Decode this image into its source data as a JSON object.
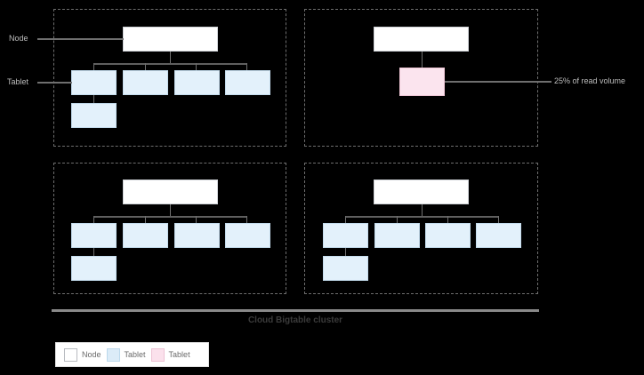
{
  "diagram": {
    "caption": "Cloud Bigtable cluster",
    "annotations": {
      "node_label": "Node",
      "tablet_label": "Tablet",
      "hot_tablet_label": "25% of read volume"
    },
    "quadrants": [
      {
        "id": "top-left",
        "node": {
          "type": "node"
        },
        "tablets_row1": [
          {
            "type": "tablet"
          },
          {
            "type": "tablet"
          },
          {
            "type": "tablet"
          },
          {
            "type": "tablet"
          }
        ],
        "tablets_row2": [
          {
            "type": "tablet"
          }
        ]
      },
      {
        "id": "top-right",
        "node": {
          "type": "node"
        },
        "tablets_row1": [
          {
            "type": "hot-tablet"
          }
        ],
        "tablets_row2": []
      },
      {
        "id": "bottom-left",
        "node": {
          "type": "node"
        },
        "tablets_row1": [
          {
            "type": "tablet"
          },
          {
            "type": "tablet"
          },
          {
            "type": "tablet"
          },
          {
            "type": "tablet"
          }
        ],
        "tablets_row2": [
          {
            "type": "tablet"
          }
        ]
      },
      {
        "id": "bottom-right",
        "node": {
          "type": "node"
        },
        "tablets_row1": [
          {
            "type": "tablet"
          },
          {
            "type": "tablet"
          },
          {
            "type": "tablet"
          },
          {
            "type": "tablet"
          }
        ],
        "tablets_row2": [
          {
            "type": "tablet"
          }
        ]
      }
    ]
  },
  "legend": {
    "items": [
      {
        "label": "Node",
        "swatch": "node",
        "color": "#ffffff"
      },
      {
        "label": "Tablet",
        "swatch": "tablet",
        "color": "#dcecf8"
      },
      {
        "label": "Tablet",
        "swatch": "hot",
        "color": "#fbe1ec"
      }
    ]
  },
  "colors": {
    "background": "#000000",
    "node_fill": "#ffffff",
    "tablet_fill": "#e3f1fb",
    "hot_tablet_fill": "#fbe4ee",
    "connector": "#6f6f6f",
    "frame_dashed": "#6e6e6e",
    "label_text": "#bdbdbd",
    "caption_text": "#3b3b3b"
  }
}
